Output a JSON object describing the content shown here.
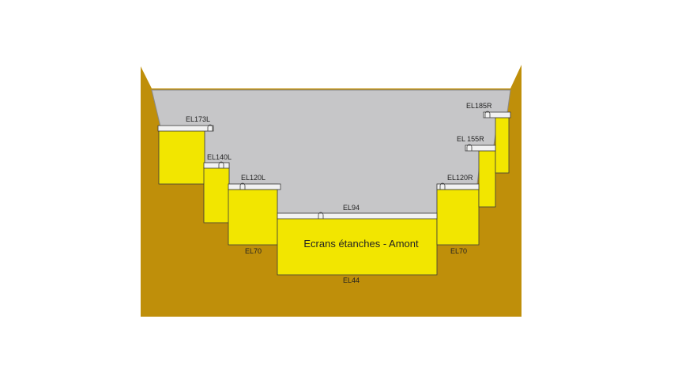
{
  "diagram": {
    "title": "Ecrans étanches - Amont",
    "labels": {
      "el173l": "EL173L",
      "el140l": "EL140L",
      "el120l": "EL120L",
      "el94": "EL94",
      "el120r": "EL120R",
      "el155r": "EL 155R",
      "el185r": "EL185R",
      "el70_left": "EL70",
      "el70_right": "EL70",
      "el44": "EL44"
    }
  },
  "colors": {
    "background": "#ffffff",
    "ground": "#bf8f0a",
    "reservoir": "#c6c6c8",
    "screen": "#f2e600",
    "gallery": "#f2f2f2",
    "outline": "#3a3a3a"
  }
}
